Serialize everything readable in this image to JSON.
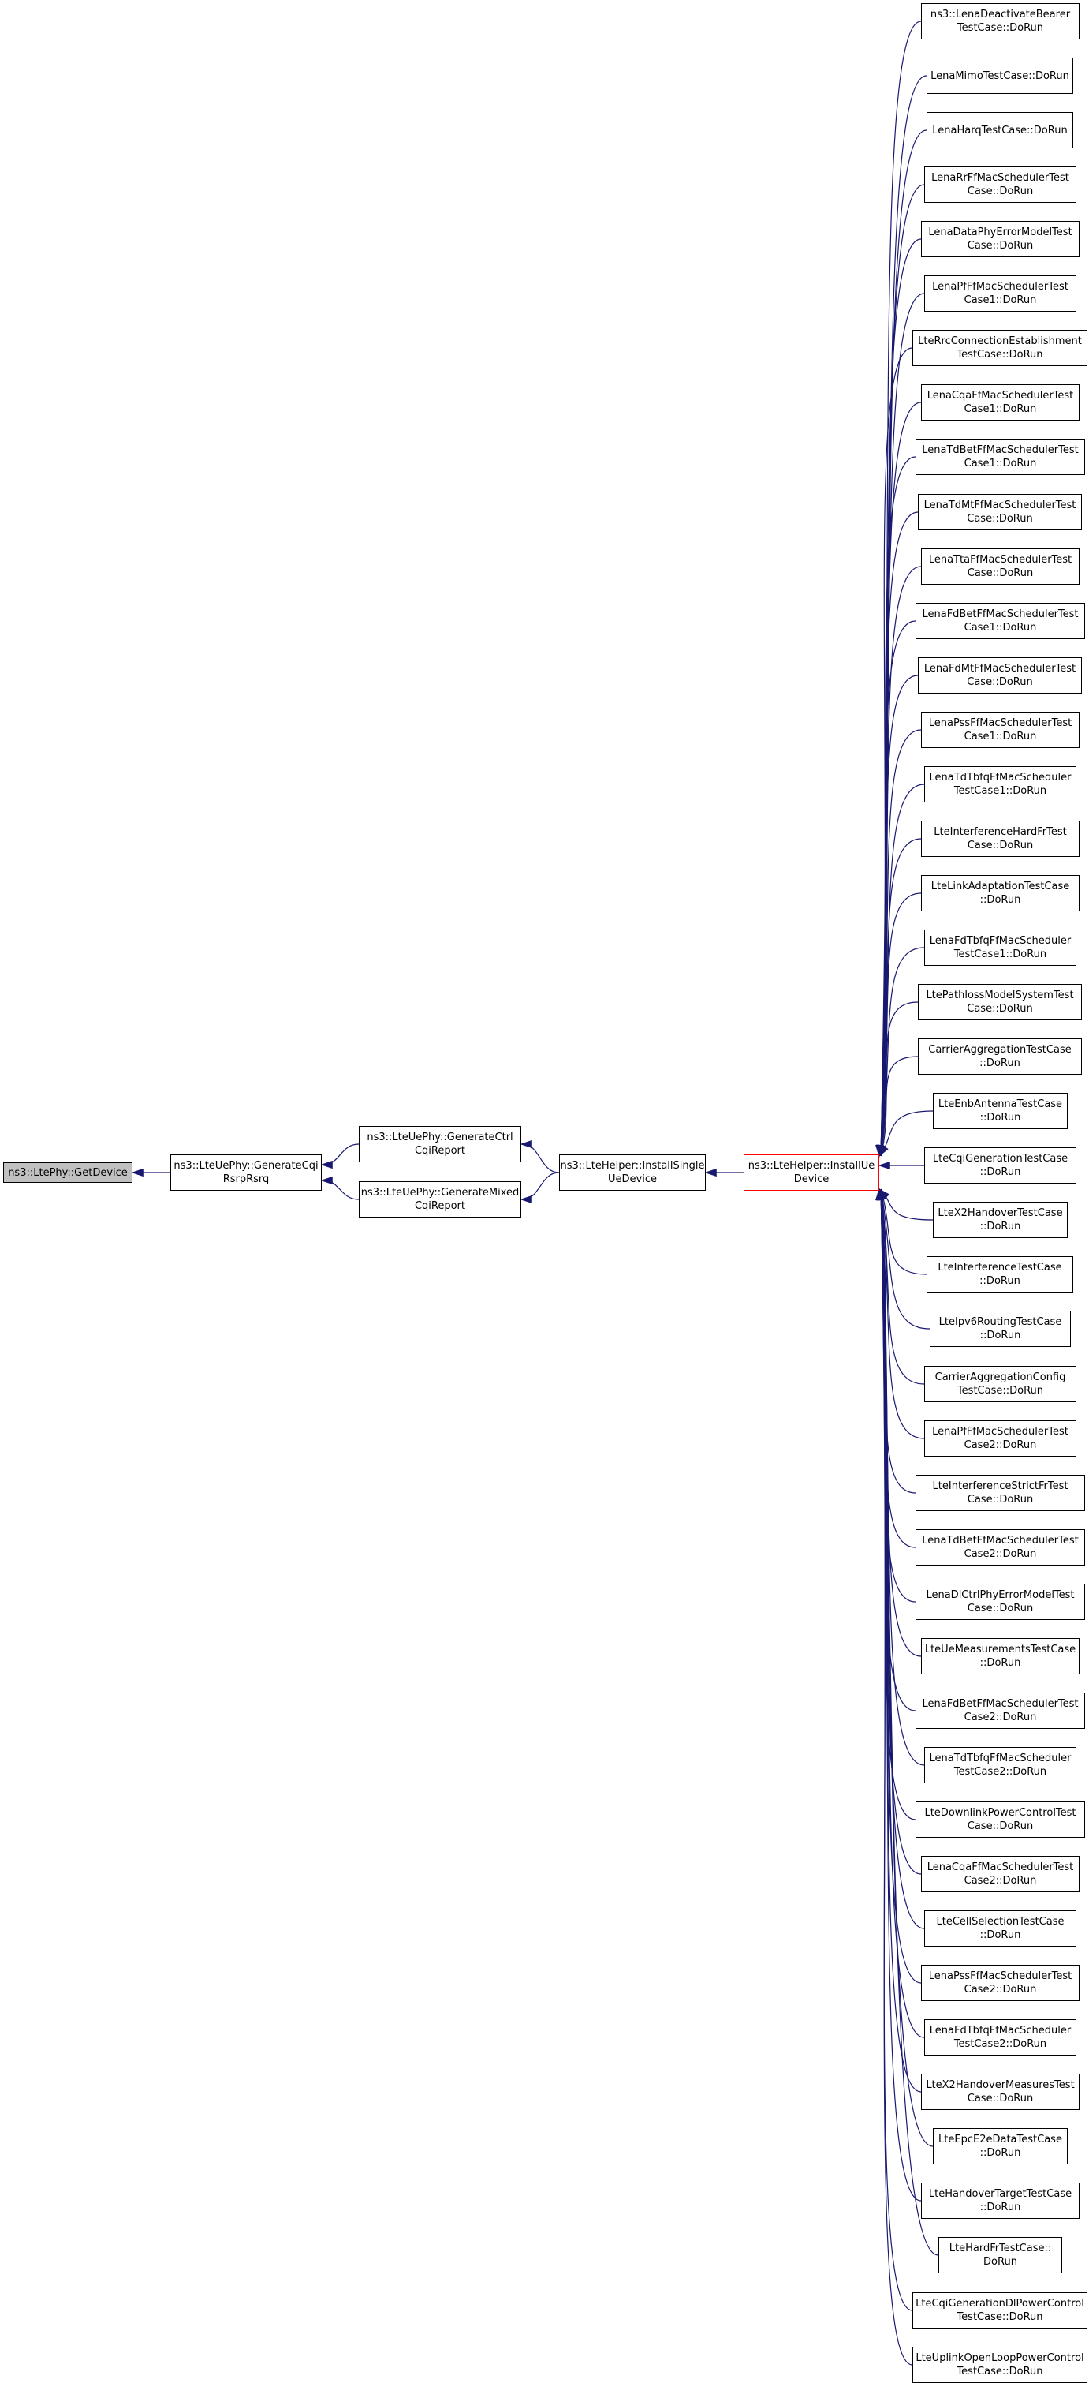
{
  "colors": {
    "edge": "#191970",
    "node_border": "#000000",
    "root_fill": "#c0c0c0",
    "current_border": "#ff0000"
  },
  "nodes": [
    {
      "id": "getdevice",
      "lines": [
        "ns3::LtePhy::GetDevice"
      ]
    },
    {
      "id": "generatecqi",
      "lines": [
        "ns3::LteUePhy::GenerateCqi",
        "RsrpRsrq"
      ]
    },
    {
      "id": "genctrl",
      "lines": [
        "ns3::LteUePhy::GenerateCtrl",
        "CqiReport"
      ]
    },
    {
      "id": "genmixed",
      "lines": [
        "ns3::LteUePhy::GenerateMixed",
        "CqiReport"
      ]
    },
    {
      "id": "installsingle",
      "lines": [
        "ns3::LteHelper::InstallSingle",
        "UeDevice"
      ]
    },
    {
      "id": "installue",
      "lines": [
        "ns3::LteHelper::InstallUe",
        "Device"
      ]
    }
  ],
  "callers": [
    [
      "ns3::LenaDeactivateBearer",
      "TestCase::DoRun"
    ],
    [
      "LenaMimoTestCase::DoRun"
    ],
    [
      "LenaHarqTestCase::DoRun"
    ],
    [
      "LenaRrFfMacSchedulerTest",
      "Case::DoRun"
    ],
    [
      "LenaDataPhyErrorModelTest",
      "Case::DoRun"
    ],
    [
      "LenaPfFfMacSchedulerTest",
      "Case1::DoRun"
    ],
    [
      "LteRrcConnectionEstablishment",
      "TestCase::DoRun"
    ],
    [
      "LenaCqaFfMacSchedulerTest",
      "Case1::DoRun"
    ],
    [
      "LenaTdBetFfMacSchedulerTest",
      "Case1::DoRun"
    ],
    [
      "LenaTdMtFfMacSchedulerTest",
      "Case::DoRun"
    ],
    [
      "LenaTtaFfMacSchedulerTest",
      "Case::DoRun"
    ],
    [
      "LenaFdBetFfMacSchedulerTest",
      "Case1::DoRun"
    ],
    [
      "LenaFdMtFfMacSchedulerTest",
      "Case::DoRun"
    ],
    [
      "LenaPssFfMacSchedulerTest",
      "Case1::DoRun"
    ],
    [
      "LenaTdTbfqFfMacScheduler",
      "TestCase1::DoRun"
    ],
    [
      "LteInterferenceHardFrTest",
      "Case::DoRun"
    ],
    [
      "LteLinkAdaptationTestCase",
      "::DoRun"
    ],
    [
      "LenaFdTbfqFfMacScheduler",
      "TestCase1::DoRun"
    ],
    [
      "LtePathlossModelSystemTest",
      "Case::DoRun"
    ],
    [
      "CarrierAggregationTestCase",
      "::DoRun"
    ],
    [
      "LteEnbAntennaTestCase",
      "::DoRun"
    ],
    [
      "LteCqiGenerationTestCase",
      "::DoRun"
    ],
    [
      "LteX2HandoverTestCase",
      "::DoRun"
    ],
    [
      "LteInterferenceTestCase",
      "::DoRun"
    ],
    [
      "LteIpv6RoutingTestCase",
      "::DoRun"
    ],
    [
      "CarrierAggregationConfig",
      "TestCase::DoRun"
    ],
    [
      "LenaPfFfMacSchedulerTest",
      "Case2::DoRun"
    ],
    [
      "LteInterferenceStrictFrTest",
      "Case::DoRun"
    ],
    [
      "LenaTdBetFfMacSchedulerTest",
      "Case2::DoRun"
    ],
    [
      "LenaDlCtrlPhyErrorModelTest",
      "Case::DoRun"
    ],
    [
      "LteUeMeasurementsTestCase",
      "::DoRun"
    ],
    [
      "LenaFdBetFfMacSchedulerTest",
      "Case2::DoRun"
    ],
    [
      "LenaTdTbfqFfMacScheduler",
      "TestCase2::DoRun"
    ],
    [
      "LteDownlinkPowerControlTest",
      "Case::DoRun"
    ],
    [
      "LenaCqaFfMacSchedulerTest",
      "Case2::DoRun"
    ],
    [
      "LteCellSelectionTestCase",
      "::DoRun"
    ],
    [
      "LenaPssFfMacSchedulerTest",
      "Case2::DoRun"
    ],
    [
      "LenaFdTbfqFfMacScheduler",
      "TestCase2::DoRun"
    ],
    [
      "LteX2HandoverMeasuresTest",
      "Case::DoRun"
    ],
    [
      "LteEpcE2eDataTestCase",
      "::DoRun"
    ],
    [
      "LteHandoverTargetTestCase",
      "::DoRun"
    ],
    [
      "LteHardFrTestCase::",
      "DoRun"
    ],
    [
      "LteCqiGenerationDlPowerControl",
      "TestCase::DoRun"
    ],
    [
      "LteUplinkOpenLoopPowerControl",
      "TestCase::DoRun"
    ]
  ]
}
